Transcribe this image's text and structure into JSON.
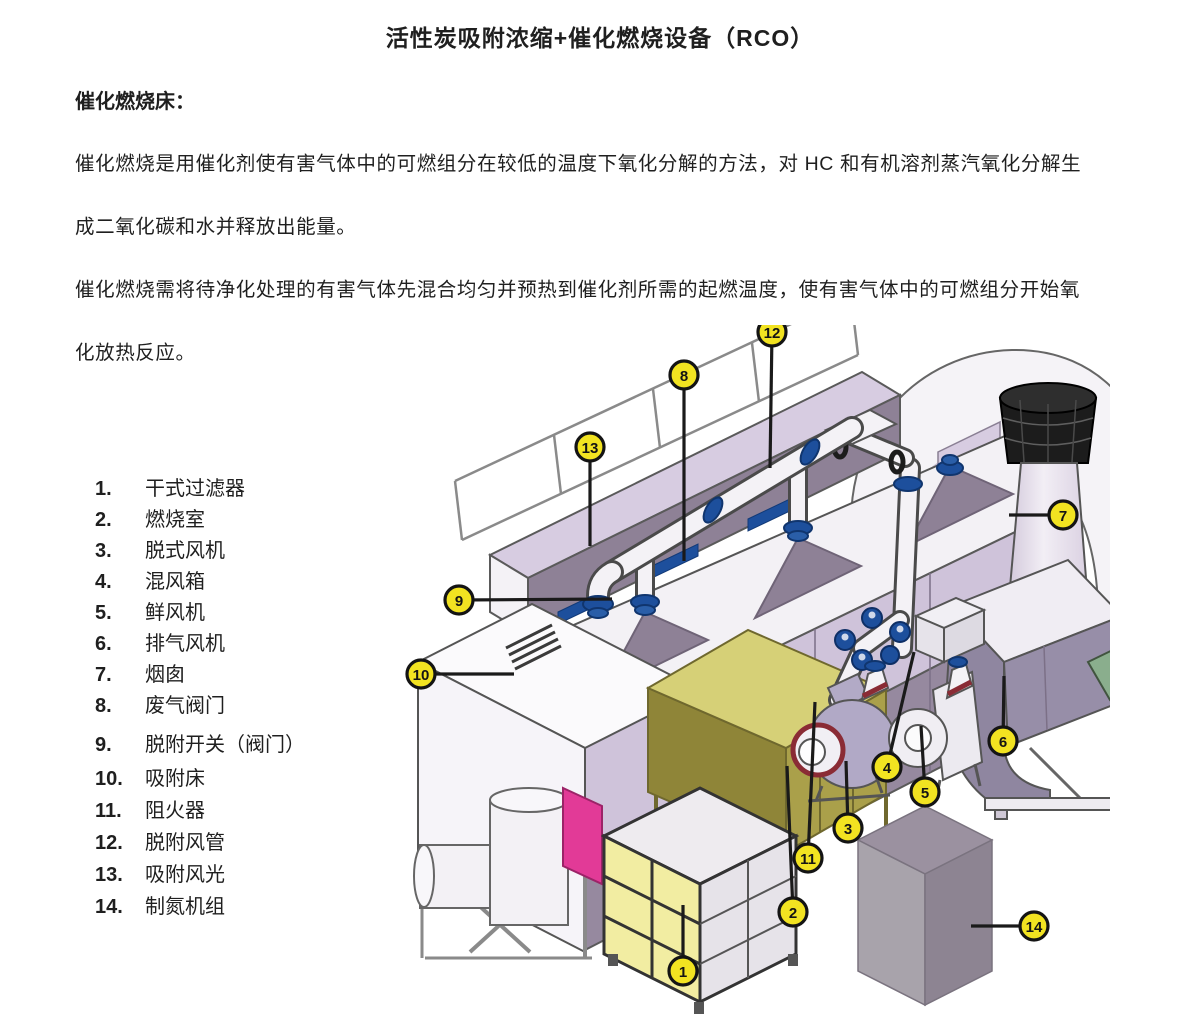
{
  "page": {
    "title": "活性炭吸附浓缩+催化燃烧设备（RCO）",
    "section_heading": "催化燃烧床：",
    "paragraphs": [
      {
        "lines": [
          "催化燃烧是用催化剂使有害气体中的可燃组分在较低的温度下氧化分解的方法，对 HC 和有机溶剂蒸汽氧化分解生",
          "成二氧化碳和水并释放出能量。"
        ]
      },
      {
        "lines": [
          "催化燃烧需将待净化处理的有害气体先混合均匀并预热到催化剂所需的起燃温度，使有害气体中的可燃组分开始氧",
          "化放热反应。"
        ]
      }
    ]
  },
  "parts_list": {
    "items": [
      {
        "num": "1.",
        "label": "干式过滤器"
      },
      {
        "num": "2.",
        "label": "燃烧室"
      },
      {
        "num": "3.",
        "label": "脱式风机"
      },
      {
        "num": "4.",
        "label": "混风箱"
      },
      {
        "num": "5.",
        "label": "鲜风机"
      },
      {
        "num": "6.",
        "label": "排气风机"
      },
      {
        "num": "7.",
        "label": "烟囱"
      },
      {
        "num": "8.",
        "label": "废气阀门"
      },
      {
        "num": "9.",
        "label": "脱附开关（阀门）"
      },
      {
        "num": "10.",
        "label": "吸附床"
      },
      {
        "num": "11.",
        "label": "阻火器"
      },
      {
        "num": "12.",
        "label": "脱附风管"
      },
      {
        "num": "13.",
        "label": "吸附风光"
      },
      {
        "num": "14.",
        "label": "制氮机组"
      }
    ]
  },
  "diagram": {
    "callouts": [
      {
        "num": "1"
      },
      {
        "num": "2"
      },
      {
        "num": "3"
      },
      {
        "num": "4"
      },
      {
        "num": "5"
      },
      {
        "num": "6"
      },
      {
        "num": "7"
      },
      {
        "num": "8"
      },
      {
        "num": "9"
      },
      {
        "num": "10"
      },
      {
        "num": "11"
      },
      {
        "num": "12"
      },
      {
        "num": "13"
      },
      {
        "num": "14"
      }
    ],
    "colors": {
      "callout_yellow": "#f2e321",
      "panel_lavender": "#d7cce1",
      "panel_mauve": "#8e8196",
      "bed_mauve_dark": "#96899f",
      "filter_yellow": "#f2eda2",
      "box_khaki": "#aaa04a",
      "box_gray": "#8d8492",
      "pink_panel": "#e23a97",
      "valve_blue": "#1d4f9c",
      "motor_green": "#8aae8d",
      "chimney_cap_black": "#1c1c1c"
    }
  }
}
